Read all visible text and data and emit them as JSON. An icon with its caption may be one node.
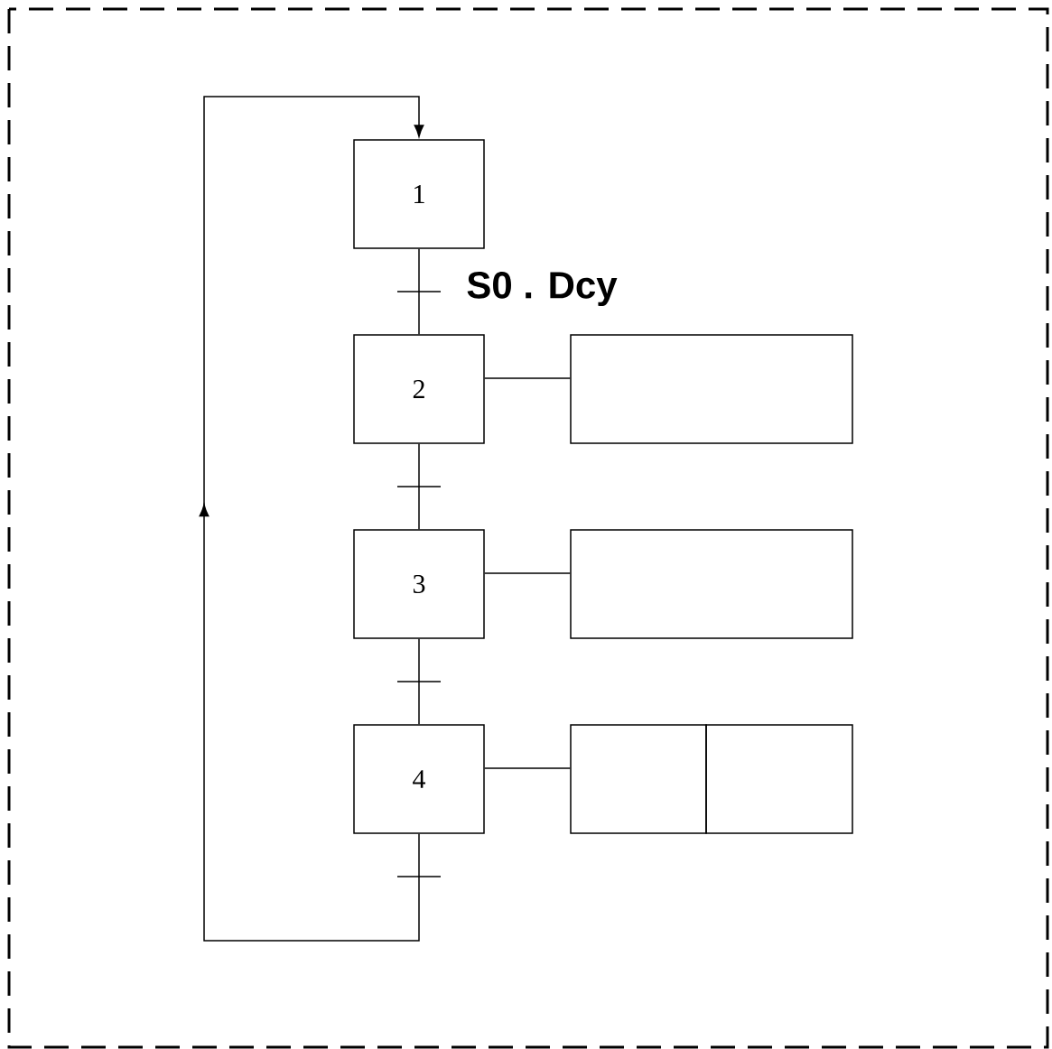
{
  "diagram": {
    "nodes": [
      {
        "text": [
          "1"
        ]
      },
      {
        "text": [
          "2"
        ]
      },
      {
        "text": [
          "3"
        ]
      },
      {
        "text": [
          "4"
        ]
      },
      {
        "text": [],
        "shape": "box"
      },
      {
        "text": [],
        "shape": "box"
      },
      {
        "text": [],
        "shape": "box"
      },
      {
        "text": [],
        "shape": "box"
      }
    ],
    "edges": [
      {
        "from": 0,
        "to": 1,
        "arrow": "none",
        "label": "S0 . Dcy"
      },
      {
        "from": 1,
        "to": 2,
        "arrow": "none"
      },
      {
        "from": 2,
        "to": 3,
        "arrow": "none"
      },
      {
        "from": 1,
        "to": 4,
        "arrow": "none"
      },
      {
        "from": 2,
        "to": 5,
        "arrow": "none"
      },
      {
        "from": 3,
        "to": 6,
        "arrow": "none"
      },
      {
        "from": 3,
        "to": 0,
        "arrow": "to"
      }
    ]
  }
}
